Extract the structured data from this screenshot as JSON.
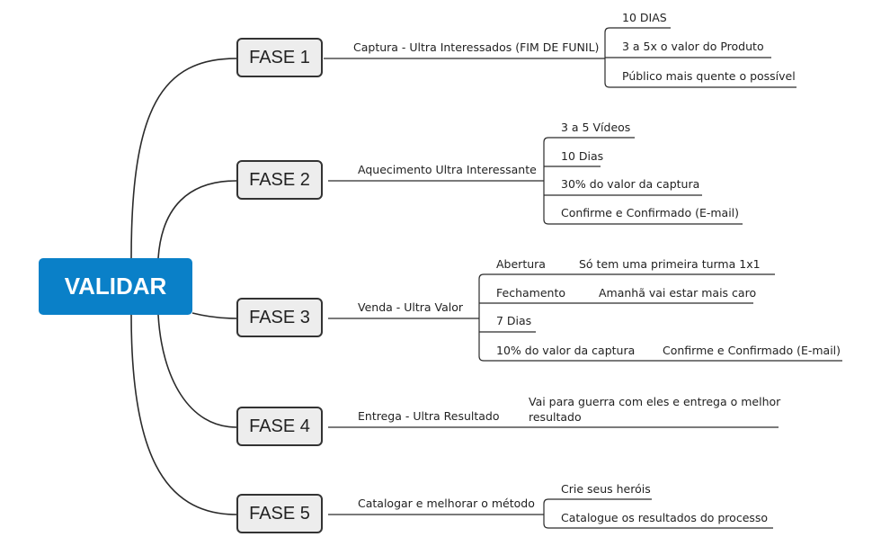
{
  "root": {
    "label": "VALIDAR"
  },
  "phases": [
    {
      "label": "FASE 1",
      "branch": "Captura - Ultra Interessados (FIM DE FUNIL)",
      "items": [
        "10 DIAS",
        "3 a 5x o valor do Produto",
        "Público mais quente o possível"
      ]
    },
    {
      "label": "FASE 2",
      "branch": "Aquecimento Ultra Interessante",
      "items": [
        "3 a 5 Vídeos",
        "10 Dias",
        "30% do valor da captura",
        "Confirme e Confirmado (E-mail)"
      ]
    },
    {
      "label": "FASE 3",
      "branch": "Venda - Ultra Valor",
      "items": [
        {
          "label": "Abertura",
          "child": "Só tem uma primeira turma 1x1"
        },
        {
          "label": "Fechamento",
          "child": "Amanhã vai estar mais caro"
        },
        {
          "label": "7 Dias"
        },
        {
          "label": "10% do valor da captura",
          "child": "Confirme e Confirmado (E-mail)"
        }
      ]
    },
    {
      "label": "FASE 4",
      "branch": "Entrega - Ultra Resultado",
      "items": [
        "Vai para guerra com eles e entrega o melhor resultado"
      ]
    },
    {
      "label": "FASE 5",
      "branch": "Catalogar e melhorar o método",
      "items": [
        "Crie seus heróis",
        "Catalogue os resultados do processo"
      ]
    }
  ]
}
